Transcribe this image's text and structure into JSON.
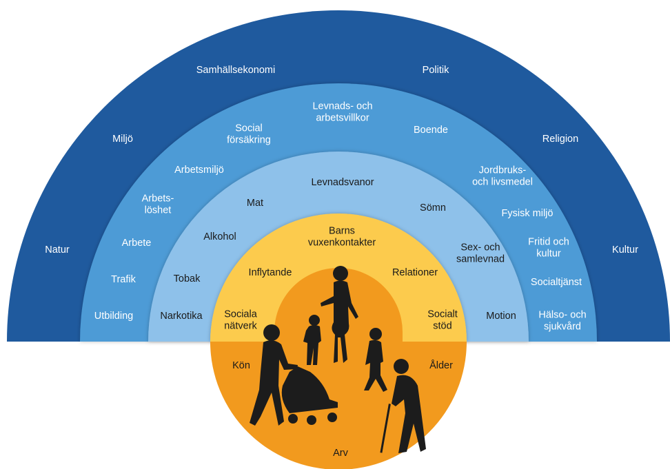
{
  "colors": {
    "ring_outer": "#1f5a9e",
    "ring_second": "#4e9bd6",
    "ring_third": "#8ec1ea",
    "ring_inner": "#fccb4d",
    "core": "#f29a1e",
    "silhouette": "#1c1c1c"
  },
  "rings": {
    "outer": {
      "name": "outer ring",
      "labels": [
        "Samhällsekonomi",
        "Politik",
        "Miljö",
        "Religion",
        "Natur",
        "Kultur"
      ]
    },
    "second": {
      "name": "second ring",
      "labels": [
        "Levnads- och\narbetsvillkor",
        "Social\nförsäkring",
        "Boende",
        "Arbetsmiljö",
        "Jordbruks-\noch livsmedel",
        "Arbets-\nlöshet",
        "Fysisk miljö",
        "Arbete",
        "Fritid och\nkultur",
        "Trafik",
        "Socialtjänst",
        "Utbilding",
        "Hälso- och\nsjukvård"
      ]
    },
    "third": {
      "name": "third ring",
      "labels": [
        "Levnadsvanor",
        "Mat",
        "Sömn",
        "Alkohol",
        "Sex- och\nsamlevnad",
        "Tobak",
        "Narkotika",
        "Motion"
      ]
    },
    "inner": {
      "name": "inner ring",
      "labels": [
        "Barns\nvuxenkontakter",
        "Inflytande",
        "Relationer",
        "Sociala\nnätverk",
        "Socialt\nstöd"
      ]
    },
    "core": {
      "name": "core",
      "labels": [
        "Kön",
        "Ålder",
        "Arv"
      ]
    }
  }
}
